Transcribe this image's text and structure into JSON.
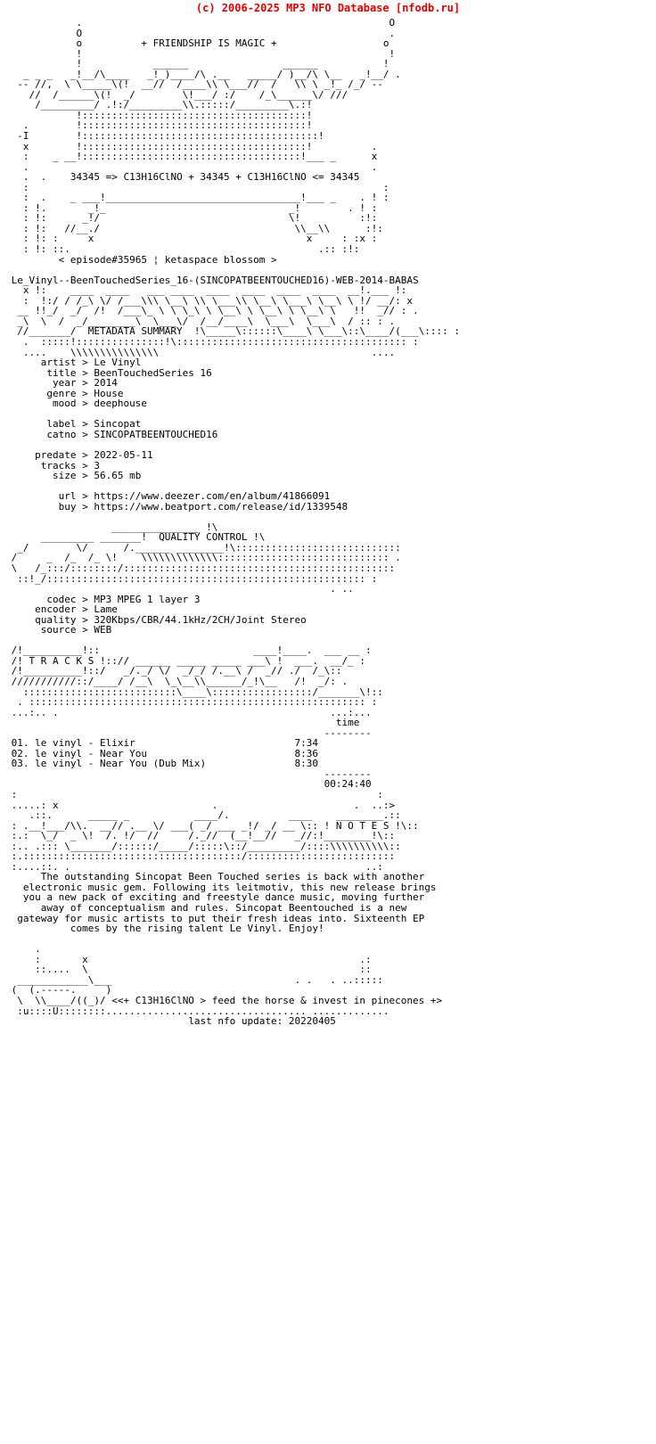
{
  "header": {
    "copyright": "(c) 2006-2025 MP3 NFO Database [nfodb.ru]",
    "color": "#e00000"
  },
  "banner": {
    "tagline": "+ FRIENDSHIP IS MAGIC +",
    "logo_art": [
      "            .                                                    O",
      "            O                                                    .",
      "            o           + FRIENDSHIP IS MAGIC +                  o",
      "            !                                                    !",
      "            !                  /\\                    /\\_         !",
      "   _   __/ \\____   _!_)___/ . \\   _____ )__/ \\\\    _!_/ . ",
      "  _ _//,  \\_____\\!   __// /____\\\\ \\____ //  /  \\\\. _!  /_/ _ _",
      "   //  /_______\\(!   _/        \\!____/ :/   /_\\_______\\/ ///",
      "     /__________/ .!:/__________\\\\.:::::/__________\\.:!",
      "            !::::::::::::::::::::::::::::::::::::::!",
      "   .        !::::::::::::::::::::::::::::::::::::::!",
      "  -I        !::::::::::::::::::::::::::::::::::::::::!",
      "   x        !::::::::::::::::::::::::::::::::::::::!        .",
      "   :    _ __!:::::::::::::::::::::::::::::::::::::!___ _    x",
      "   .                                                        ."
    ],
    "formula_line": "34345 => C13H16ClNO + 34345 + C13H16ClNO <= 34345",
    "episode_line": "< episode#35965 ¦ ketaspace blossom >",
    "release_name": "Le_Vinyl--BeenTouchedSeries_16-(SINCOPATBEENTOUCHED16)-WEB-2014-BABAS"
  },
  "sections": {
    "metadata_title": "METADATA SUMMARY",
    "quality_title": "QUALITY CONTROL",
    "tracks_title": "T R A C K S",
    "notes_title": "N O T E S"
  },
  "metadata": {
    "groups": [
      [
        {
          "label": "artist",
          "value": "Le Vinyl"
        },
        {
          "label": "title",
          "value": "BeenTouchedSeries 16"
        },
        {
          "label": "year",
          "value": "2014"
        },
        {
          "label": "genre",
          "value": "House"
        },
        {
          "label": "mood",
          "value": "deephouse"
        }
      ],
      [
        {
          "label": "label",
          "value": "Sincopat"
        },
        {
          "label": "catno",
          "value": "SINCOPATBEENTOUCHED16"
        }
      ],
      [
        {
          "label": "predate",
          "value": "2022-05-11"
        },
        {
          "label": "tracks",
          "value": "3"
        },
        {
          "label": "size",
          "value": "56.65 mb"
        }
      ],
      [
        {
          "label": "url",
          "value": "https://www.deezer.com/en/album/41866091"
        },
        {
          "label": "buy",
          "value": "https://www.beatport.com/release/id/1339548"
        }
      ]
    ]
  },
  "quality": {
    "fields": [
      {
        "label": "codec",
        "value": "MP3 MPEG 1 layer 3"
      },
      {
        "label": "encoder",
        "value": "Lame"
      },
      {
        "label": "quality",
        "value": "320Kbps/CBR/44.1kHz/2CH/Joint Stereo"
      },
      {
        "label": "source",
        "value": "WEB"
      }
    ]
  },
  "tracks": {
    "time_header": "time",
    "items": [
      {
        "num": "01.",
        "title": "le vinyl - Elixir",
        "time": "7:34"
      },
      {
        "num": "02.",
        "title": "le vinyl - Near You",
        "time": "8:36"
      },
      {
        "num": "03.",
        "title": "le vinyl - Near You (Dub Mix)",
        "time": "8:30"
      }
    ],
    "total_time": "00:24:40"
  },
  "notes": {
    "lines": [
      "The outstanding Sincopat Been Touched series is back with another",
      "electronic music gem. Following its leitmotiv, this new release brings",
      "you a new pack of exciting and freestyle dance music, moving further",
      "away of conceptualism and rules. Sincopat Beentouched is a new",
      "gateway for music artists to put their fresh ideas into. Sixteenth EP",
      "comes by the rising talent Le Vinyl. Enjoy!"
    ]
  },
  "footer": {
    "slogan": "<<+ C13H16ClNO > feed the horse & invest in pinecones +>",
    "last_update_label": "last nfo update:",
    "last_update_value": "20220405"
  }
}
